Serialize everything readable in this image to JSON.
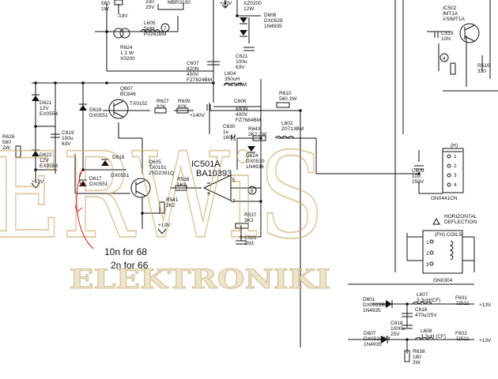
{
  "watermark": {
    "main": "ERWiS",
    "sub": "ELEKTRONIKI"
  },
  "note": {
    "line1": "10n for 68",
    "line2": "2n for 66"
  },
  "ic501": {
    "ref": "IC501A",
    "part": "BA10393",
    "pins": [
      "5",
      "7",
      "6"
    ]
  },
  "top": {
    "r_top": "560\n1W",
    "v_m19": "-19V",
    "c_top": "330\n25V",
    "mbr": "MBR3100",
    "v40": "+40V",
    "xz0200": "XZ0200\n12W",
    "d608": "D608\nDX0529\n1N4935",
    "ic502": "IC502\nIMT1A\nVSIMT1A",
    "c519": "C519\n10N",
    "l605": "L605\n5mH\nP0262BM",
    "r624": "R624\n1 2 W\nX0200",
    "num7": "7",
    "c607": "C607\n820N\n400V\nFZ7824BM",
    "c621": "C621\n100u\n63V",
    "l604": "L604\n350uH\nF0158BM",
    "num4": "4",
    "r510": "R510\n330"
  },
  "left": {
    "d621": "D621\n12V\nEX0554",
    "d616": "D616\nDX0551",
    "q607": "Q607\nBC846",
    "tx0152": "TX0152",
    "r627": "R627\n82K",
    "r639": "R639\n82K",
    "v140": "+140V",
    "c606": "C606",
    "r610": "R610\n560 2W",
    "r626": "R626\n560\n2W",
    "d622": "D622\n12V\nEX0554",
    "c619": "C619\n100u\n63V",
    "v13a": "+13V",
    "d618": "D618",
    "dx0551": "DX0551",
    "d617": "D617\nDX0551",
    "q605": "Q605\nTX0151\n2SD2391Q",
    "r538": "R538\n1K2",
    "r541": "R541\n2K2",
    "v13b": "+13V"
  },
  "mid": {
    "c630": "C630\n1u\n160V",
    "c606val": "680N\n400V\nFZ7684BM",
    "r643": "R643\n2K2 2W",
    "l602": "L602\nZ0713BM",
    "d624": "D624\nDX0530\n1N4936",
    "r537": "R537\n3K3",
    "c521": "C521\n3N3"
  },
  "right": {
    "conn_h": "(H)",
    "c609": "C609\n10u\n250V",
    "gn0441": "GN0441CN",
    "hdefl_title": "HORIZONTAL\nDEFLECTION",
    "fh_coils": "(FH) COILS",
    "gn0304": "GN0304",
    "pins_h": [
      "1",
      "2",
      "3",
      "4"
    ],
    "pins_fh": [
      "1",
      "2",
      "3"
    ],
    "d601": "D601\nDX0529BM\n1N4935",
    "l607": "L607\n3.3uH(CF)",
    "c616": "C616\n470u/25V",
    "f601": "F601\nJ2521",
    "v13c": "+13V",
    "c618": "C618\n1000u\n25V",
    "d607": "D607\nDX0529BM\n1N4935",
    "l608": "L608\n3.3uH (CF)",
    "f602": "F602\nJ2521",
    "v13d": "+13V",
    "r638": "R638\n180\n2W"
  }
}
